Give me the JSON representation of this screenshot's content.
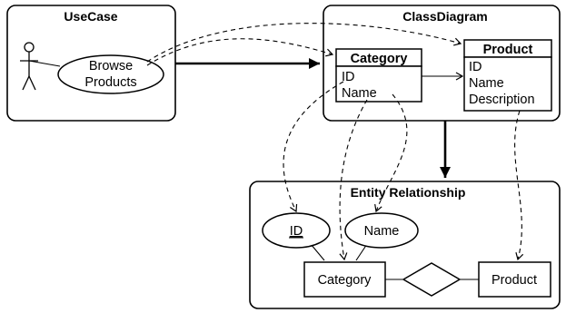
{
  "usecase": {
    "title": "UseCase",
    "usecase_line1": "Browse",
    "usecase_line2": "Products"
  },
  "class_diagram": {
    "title": "ClassDiagram",
    "category": {
      "name": "Category",
      "attributes": [
        "ID",
        "Name"
      ]
    },
    "product": {
      "name": "Product",
      "attributes": [
        "ID",
        "Name",
        "Description"
      ]
    }
  },
  "entity_relationship": {
    "title": "Entity Relationship",
    "attribute_id": "ID",
    "attribute_name": "Name",
    "entity_category": "Category",
    "entity_product": "Product"
  }
}
